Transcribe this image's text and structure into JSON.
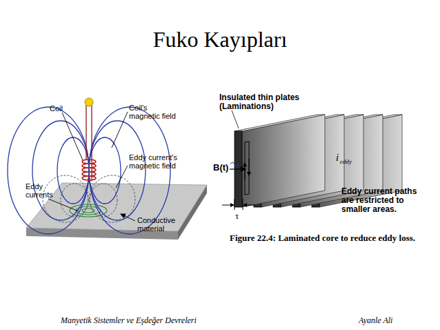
{
  "diagram": {
    "title": "Fuko Kayıpları",
    "caption": "Figure 22.4: Laminated core to reduce eddy loss.",
    "labels": [
      "Coil",
      "Coil's magnetic field",
      "Eddy current's magnetic field",
      "Eddy currents",
      "Conductive material",
      "Insulated thin plates (Laminations)",
      "B(t)",
      "τ",
      "i",
      "eddy",
      "Eddy current paths are restricted to smaller areas.",
      "Manyetik Sistemler ve Eşdeğer Devreleri",
      "Ayanle Ali"
    ]
  }
}
